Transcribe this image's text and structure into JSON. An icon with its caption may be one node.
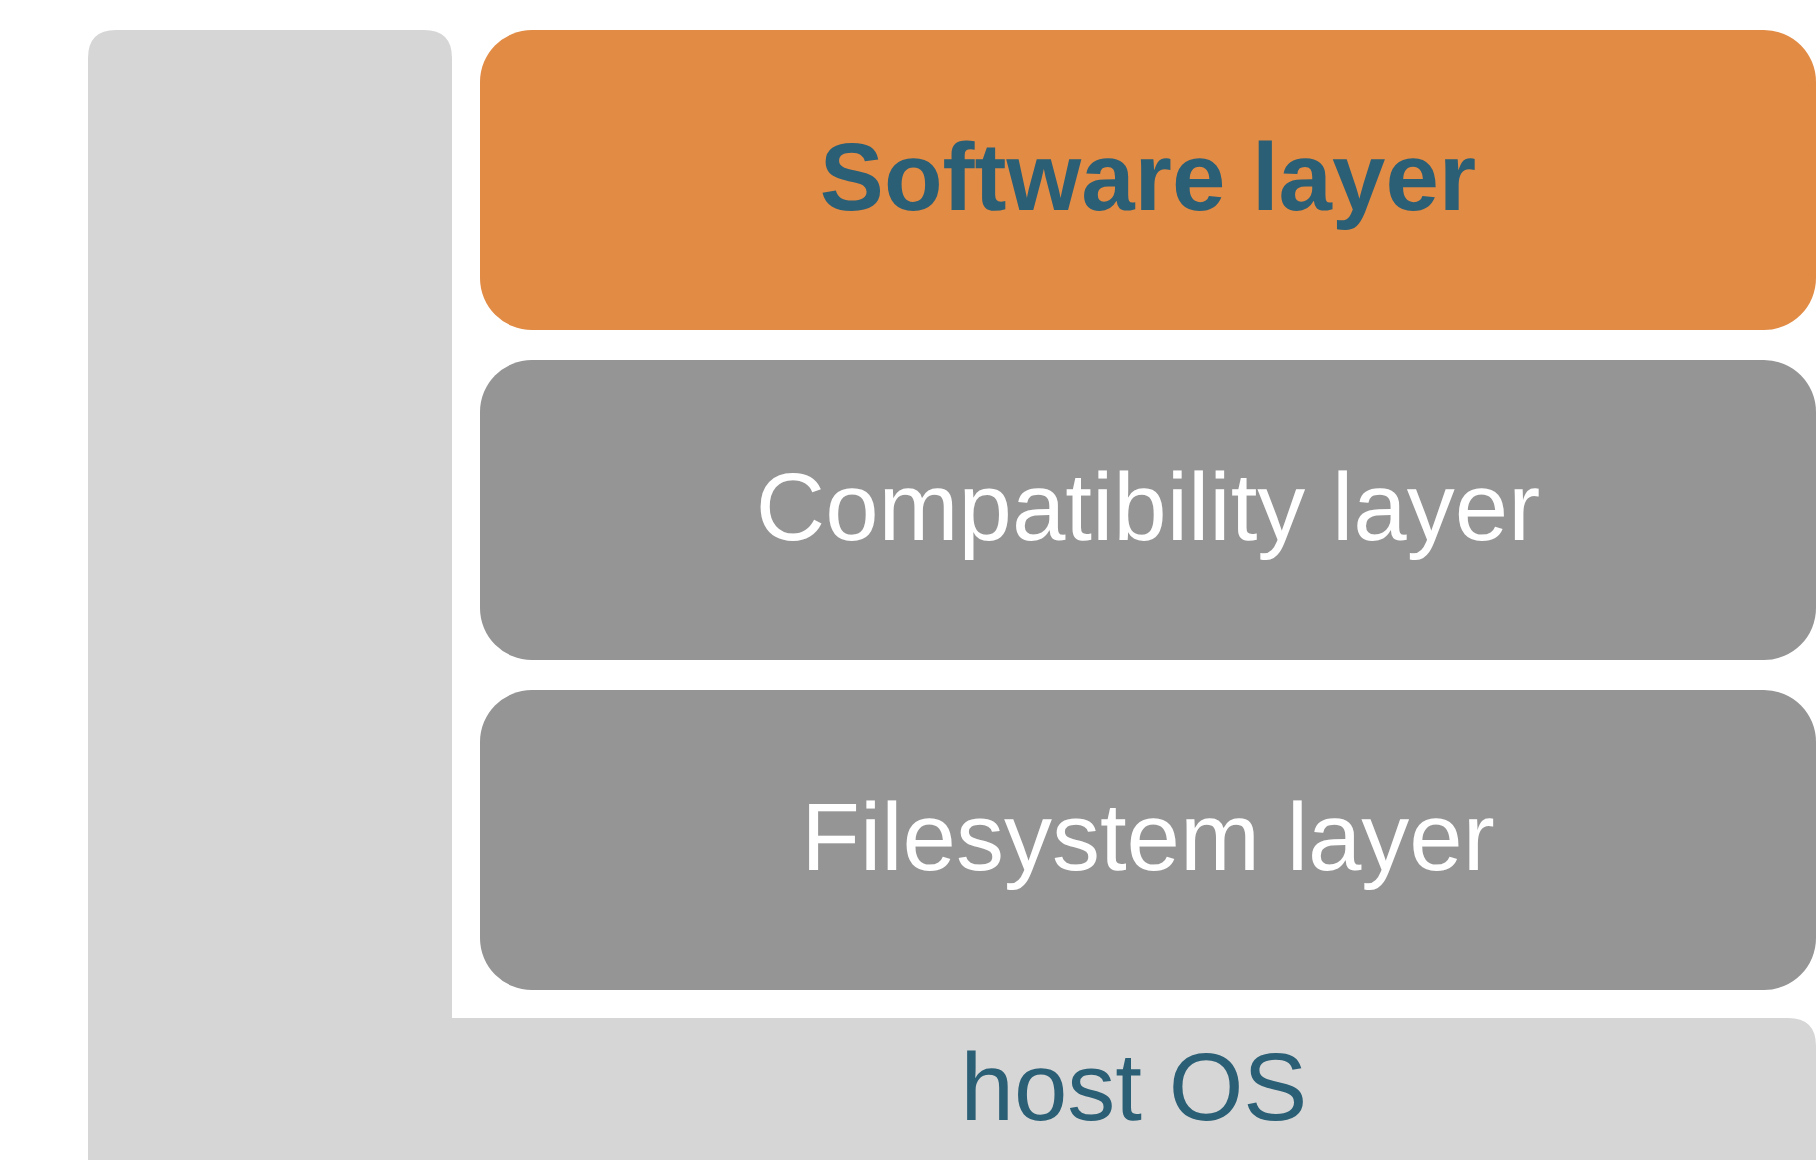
{
  "diagram": {
    "nodes": [
      {
        "text": [
          "Software layer"
        ]
      },
      {
        "text": [
          "Compatibility layer"
        ]
      },
      {
        "text": [
          "Filesystem layer"
        ]
      },
      {
        "text": [
          "host OS"
        ]
      }
    ]
  }
}
